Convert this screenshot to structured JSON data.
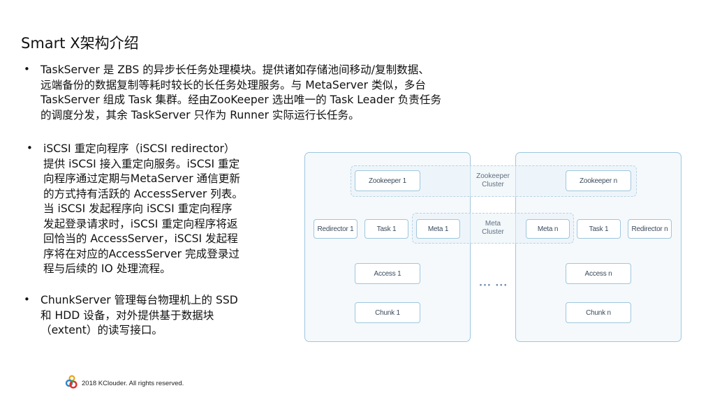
{
  "slide": {
    "title": "Smart X架构介绍",
    "bullet_char": "•",
    "bullets": [
      {
        "lines": [
          "TaskServer 是 ZBS 的异步长任务处理模块。提供诸如存储池间移动/复制数据、",
          "远端备份的数据复制等耗时较长的长任务处理服务。与 MetaServer 类似，多台",
          "TaskServer 组成 Task 集群。经由ZooKeeper 选出唯一的 Task Leader 负责任务",
          "的调度分发，其余 TaskServer 只作为 Runner 实际运行长任务。"
        ]
      },
      {
        "lines": [
          "iSCSI 重定向程序（iSCSI redirector）",
          "提供 iSCSI 接入重定向服务。iSCSI 重定",
          "向程序通过定期与MetaServer 通信更新",
          "的方式持有活跃的 AccessServer 列表。",
          "当 iSCSI 发起程序向 iSCSI 重定向程序",
          "发起登录请求时，iSCSI 重定向程序将返",
          "回恰当的 AccessServer，iSCSI 发起程",
          "序将在对应的AccessServer 完成登录过",
          "程与后续的 IO 处理流程。"
        ]
      },
      {
        "lines": [
          "ChunkServer 管理每台物理机上的 SSD",
          "和 HDD 设备，对外提供基于数据块",
          "（extent）的读写接口。"
        ]
      }
    ]
  },
  "diagram": {
    "left_node": {
      "zookeeper": "Zookeeper 1",
      "redirector": "Redirector 1",
      "task": "Task 1",
      "meta": "Meta 1",
      "access": "Access 1",
      "chunk": "Chunk 1"
    },
    "right_node": {
      "zookeeper": "Zookeeper n",
      "redirector": "Redirector n",
      "task": "Task 1",
      "meta": "Meta n",
      "access": "Access n",
      "chunk": "Chunk n"
    },
    "zookeeper_cluster": [
      "Zookeeper",
      "Cluster"
    ],
    "meta_cluster": [
      "Meta",
      "Cluster"
    ],
    "ellipsis": "··· ···",
    "colors": {
      "border": "#9ec7de",
      "panel_fill": "#ecf4fa",
      "text": "#3a4a5c"
    }
  },
  "footer": {
    "copyright": "2018 KClouder.  All rights reserved.",
    "logo": "kclouder-logo-icon"
  }
}
